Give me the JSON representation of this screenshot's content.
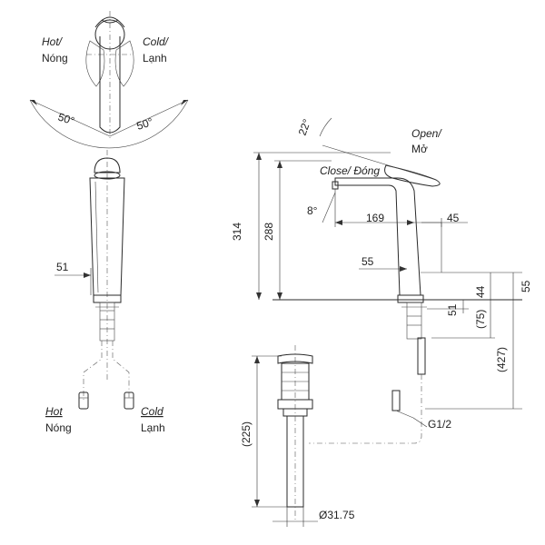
{
  "labels": {
    "hot_top_en": "Hot/",
    "hot_top_vi": "Nóng",
    "cold_top_en": "Cold/",
    "cold_top_vi": "Lạnh",
    "angle_left": "50°",
    "angle_right": "50°",
    "dim_51_front": "51",
    "hot_bottom_en": "Hot",
    "hot_bottom_vi": "Nóng",
    "cold_bottom_en": "Cold",
    "cold_bottom_vi": "Lạnh",
    "angle_22": "22°",
    "open_en": "Open/",
    "open_vi": "Mở",
    "close_label": "Close/ Đóng",
    "angle_8": "8°",
    "dim_314": "314",
    "dim_288": "288",
    "dim_169": "169",
    "dim_45": "45",
    "dim_55_left": "55",
    "dim_55_right": "55",
    "dim_44": "44",
    "dim_51_side": "51",
    "dim_75": "(75)",
    "dim_427": "(427)",
    "dim_225": "(225)",
    "thread": "G1/2",
    "diameter": "Ø31.75"
  }
}
